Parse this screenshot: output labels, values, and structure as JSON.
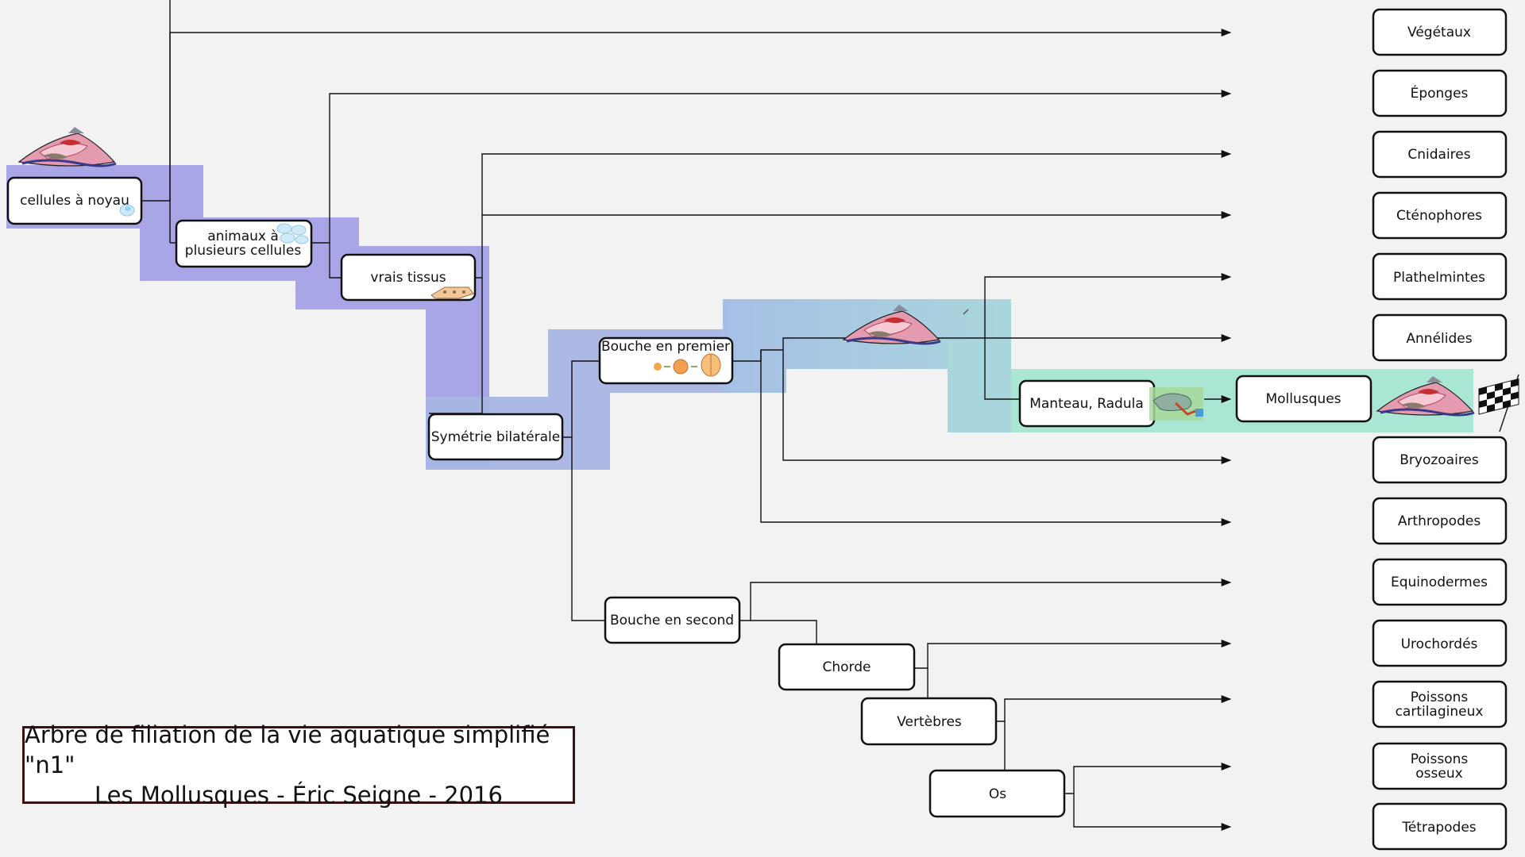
{
  "title": {
    "line1": "Arbre de filiation de la vie aquatique simplifié \"n1\"",
    "line2": "Les Mollusques - Éric Seigne - 2016"
  },
  "colors": {
    "path_blue": "#a7a7e8",
    "path_teal": "#a9cfdf",
    "path_green": "#a9e8d0",
    "box_border": "#111111",
    "caption_border": "#3a1010"
  },
  "nodes": {
    "cellules": "cellules à noyau",
    "animaux_l1": "animaux à",
    "animaux_l2": "plusieurs cellules",
    "tissus": "vrais tissus",
    "symetrie": "Symétrie bilatérale",
    "bouche1": "Bouche en premier",
    "bouche2": "Bouche en second",
    "manteau": "Manteau, Radula",
    "mollusques": "Mollusques",
    "chorde": "Chorde",
    "vertebres": "Vertèbres",
    "os": "Os"
  },
  "leaves": {
    "vegetaux": "Végétaux",
    "eponges": "Éponges",
    "cnidaires": "Cnidaires",
    "ctenophores": "Cténophores",
    "plathelmintes": "Plathelmintes",
    "annelides": "Annélides",
    "bryozoaires": "Bryozoaires",
    "arthropodes": "Arthropodes",
    "equinodermes": "Equinodermes",
    "urochordes": "Urochordés",
    "poissons_cart_l1": "Poissons",
    "poissons_cart_l2": "cartilagineux",
    "poissons_oss_l1": "Poissons",
    "poissons_oss_l2": "osseux",
    "tetrapodes": "Tétrapodes"
  },
  "icons": [
    "mollusc-icon",
    "cells-icon",
    "tissue-icon",
    "embryo-icon",
    "radula-icon",
    "checkered-flag-icon"
  ]
}
